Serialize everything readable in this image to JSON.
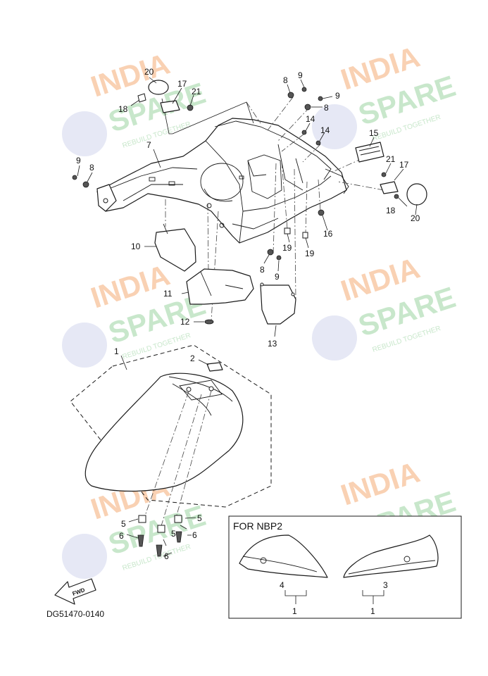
{
  "diagram": {
    "drawing_code": "DG51470-0140",
    "inset_title": "FOR NBP2",
    "fwd_label": "FWD",
    "watermark": {
      "line1": "INDIA",
      "line2": "SPARE",
      "tagline": "REBUILD TOGETHER"
    },
    "callouts": [
      "1",
      "2",
      "3",
      "4",
      "5",
      "6",
      "7",
      "8",
      "9",
      "10",
      "11",
      "12",
      "13",
      "14",
      "15",
      "16",
      "17",
      "18",
      "19",
      "20",
      "21"
    ]
  }
}
